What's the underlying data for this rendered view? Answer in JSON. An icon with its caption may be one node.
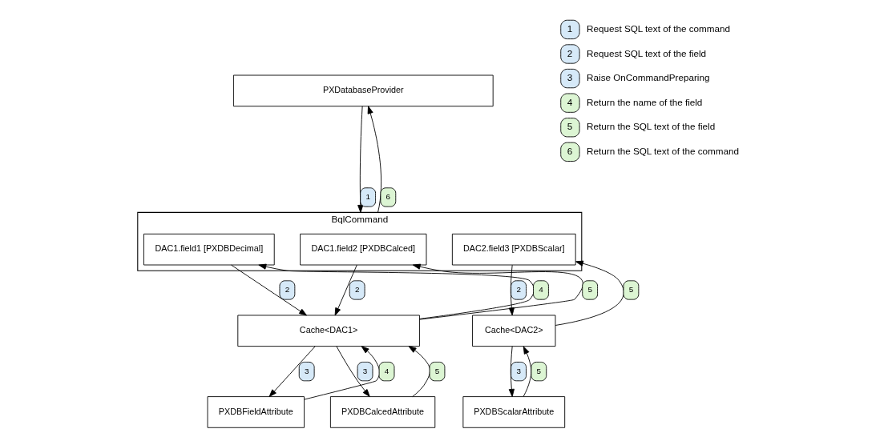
{
  "diagram": {
    "nodes": [
      {
        "text": [
          "PXDatabaseProvider"
        ]
      },
      {
        "text": [
          "BqlCommand"
        ]
      },
      {
        "text": [
          "DAC1.field1 [PXDBDecimal]"
        ],
        "in": 1
      },
      {
        "text": [
          "DAC1.field2 [PXDBCalced]"
        ],
        "in": 1
      },
      {
        "text": [
          "DAC2.field3 [PXDBScalar]"
        ],
        "in": 1
      },
      {
        "text": [
          "Cache<DAC1>"
        ]
      },
      {
        "text": [
          "Cache<DAC2>"
        ]
      },
      {
        "text": [
          "PXDBFieldAttribute"
        ]
      },
      {
        "text": [
          "PXDBCalcedAttribute"
        ]
      },
      {
        "text": [
          "PXDBScalarAttribute"
        ]
      }
    ],
    "edges": [
      {
        "from": 0,
        "to": 1,
        "arrow": "to",
        "label": "1"
      },
      {
        "from": 1,
        "to": 0,
        "arrow": "to",
        "label": "6"
      },
      {
        "from": 2,
        "to": 5,
        "arrow": "to",
        "label": "2"
      },
      {
        "from": 5,
        "to": 2,
        "arrow": "to",
        "label": "4"
      },
      {
        "from": 3,
        "to": 5,
        "arrow": "to",
        "label": "2"
      },
      {
        "from": 5,
        "to": 3,
        "arrow": "to",
        "label": "5"
      },
      {
        "from": 4,
        "to": 6,
        "arrow": "to",
        "label": "2"
      },
      {
        "from": 6,
        "to": 4,
        "arrow": "to",
        "label": "5"
      },
      {
        "from": 5,
        "to": 7,
        "arrow": "to",
        "label": "3"
      },
      {
        "from": 7,
        "to": 5,
        "arrow": "to",
        "label": "4"
      },
      {
        "from": 5,
        "to": 8,
        "arrow": "to",
        "label": "3"
      },
      {
        "from": 8,
        "to": 5,
        "arrow": "to",
        "label": "5"
      },
      {
        "from": 6,
        "to": 9,
        "arrow": "to",
        "label": "3"
      },
      {
        "from": 9,
        "to": 6,
        "arrow": "to",
        "label": "5"
      }
    ],
    "labels": [
      "1",
      "2",
      "3",
      "4",
      "5",
      "6"
    ],
    "legend": [
      {
        "text": "Request SQL text of the command",
        "color": "#d6e9f8"
      },
      {
        "text": "Request SQL text of the field",
        "color": "#d6e9f8"
      },
      {
        "text": "Raise OnCommandPreparing",
        "color": "#d6e9f8"
      },
      {
        "text": "Return the name of the field",
        "color": "#dcf5d3"
      },
      {
        "text": "Return the SQL text of the field",
        "color": "#dcf5d3"
      },
      {
        "text": "Return the SQL text of the command",
        "color": "#dcf5d3"
      }
    ]
  }
}
